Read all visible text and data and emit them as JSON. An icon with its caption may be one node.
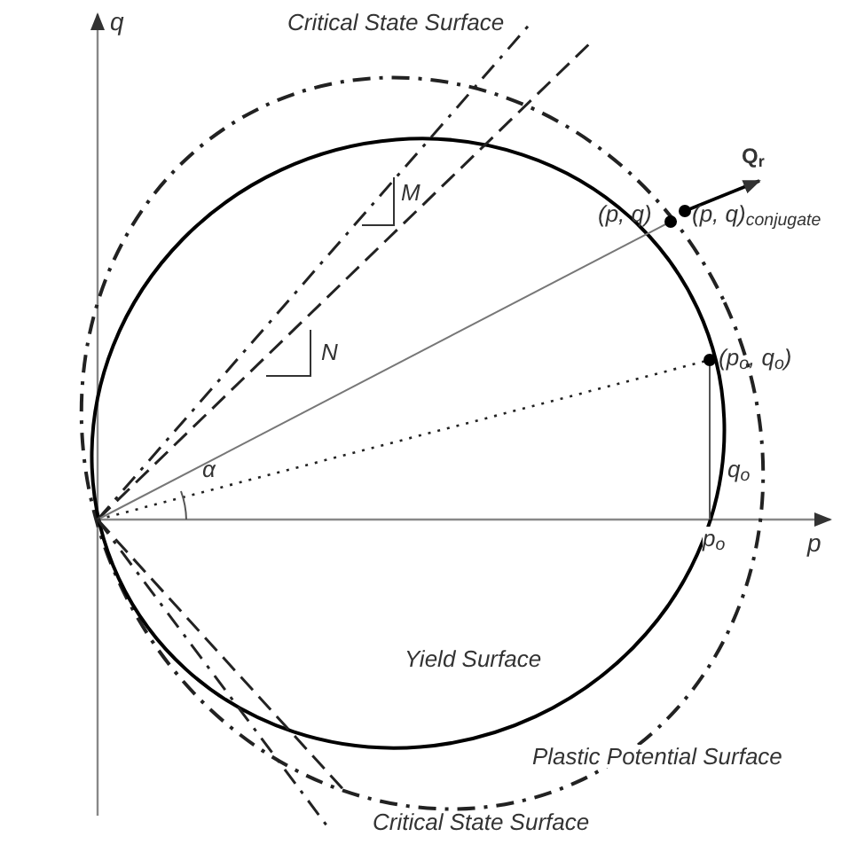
{
  "diagram": {
    "labels": [
      "q",
      "Critical State Surface",
      "Q$_{r}$",
      "M",
      "(p, q)",
      "(p, q)$_{conjugate}$",
      "N",
      "(p$_{o}$, q$_{o}$)",
      "α",
      "q$_{o}$",
      "p$_{o}$",
      "p",
      "Yield Surface",
      "Plastic Potential Surface",
      "Critical State Surface"
    ]
  }
}
